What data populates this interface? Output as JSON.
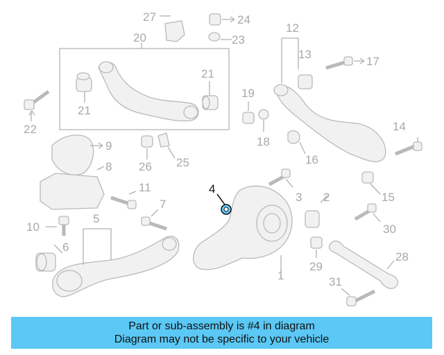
{
  "diagram": {
    "highlight_color": "#66ccff",
    "callouts": {
      "c1": "1",
      "c2": "2",
      "c3": "3",
      "c4": "4",
      "c5": "5",
      "c6": "6",
      "c7": "7",
      "c8": "8",
      "c9": "9",
      "c10": "10",
      "c11": "11",
      "c12": "12",
      "c13": "13",
      "c14": "14",
      "c15": "15",
      "c16": "16",
      "c17": "17",
      "c18": "18",
      "c19": "19",
      "c20": "20",
      "c21a": "21",
      "c21b": "21",
      "c22": "22",
      "c23": "23",
      "c24": "24",
      "c25": "25",
      "c26": "26",
      "c27": "27",
      "c28": "28",
      "c29": "29",
      "c30": "30",
      "c31": "31"
    }
  },
  "banner": {
    "background": "#5bc8f5",
    "line1": "Part or sub-assembly is #4 in diagram",
    "line2": "Diagram may not be specific to your vehicle"
  }
}
